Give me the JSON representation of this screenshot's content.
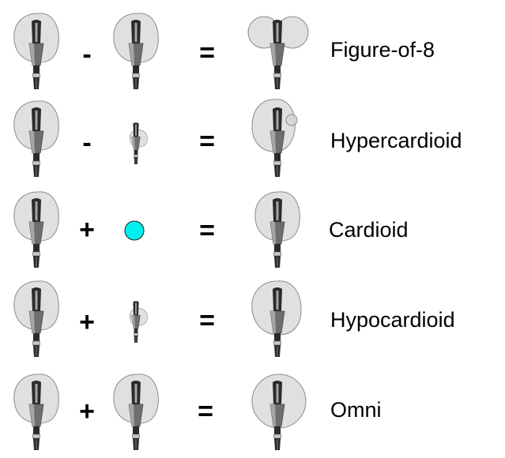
{
  "colors": {
    "background": "#ffffff",
    "bubble_fill": "#d6d6d6",
    "bubble_stroke": "#8a8a8a",
    "mic_dark": "#2b2b2b",
    "mic_mid": "#6e6e6e",
    "mic_light": "#a5a5a5",
    "mic_ring": "#c8c8c8",
    "omni_dot_fill": "#00f0f0",
    "omni_dot_stroke": "#1a1a1a"
  },
  "rows": [
    {
      "left_pattern": "cardioid-mic-icon",
      "operator": "-",
      "right_pattern": "cardioid-mic-icon",
      "equals": "=",
      "result_pattern": "figure-of-8-mic-icon",
      "label": "Figure-of-8"
    },
    {
      "left_pattern": "cardioid-mic-icon",
      "operator": "-",
      "right_pattern": "small-cardioid-mic-icon",
      "equals": "=",
      "result_pattern": "hypercardioid-mic-icon",
      "label": "Hypercardioid"
    },
    {
      "left_pattern": "cardioid-mic-icon",
      "operator": "+",
      "right_pattern": "omni-dot-icon",
      "equals": "=",
      "result_pattern": "cardioid-mic-icon",
      "label": "Cardioid"
    },
    {
      "left_pattern": "cardioid-mic-icon",
      "operator": "+",
      "right_pattern": "small-cardioid-mic-icon",
      "equals": "=",
      "result_pattern": "hypocardioid-mic-icon",
      "label": "Hypocardioid"
    },
    {
      "left_pattern": "cardioid-mic-icon",
      "operator": "+",
      "right_pattern": "cardioid-mic-icon",
      "equals": "=",
      "result_pattern": "omni-mic-icon",
      "label": "Omni"
    }
  ]
}
